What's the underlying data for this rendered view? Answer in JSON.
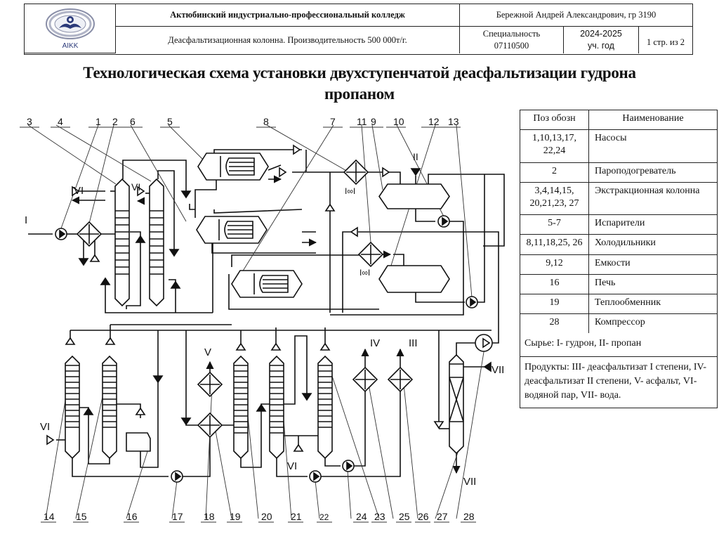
{
  "header": {
    "logo_text": "AIKK",
    "college": "Актюбинский индустриально-профессиональный колледж",
    "author": "Бережной Андрей Александрович, гр 3190",
    "doc_title": "Деасфальтизационная колонна. Производительность 500 000т/г.",
    "specialty_label": "Специальность",
    "specialty_code": "07110500",
    "year": "2024-2025",
    "year_suffix": "уч. год",
    "page": "1 стр. из 2"
  },
  "title": {
    "line1": "Технологическая схема установки двухступенчатой деасфальтизации гудрона",
    "line2": "пропаном"
  },
  "legend": {
    "header": {
      "pos": "Поз обозн",
      "name": "Наименование"
    },
    "rows": [
      {
        "pos": "1,10,13,17, 22,24",
        "name": "Насосы"
      },
      {
        "pos": "2",
        "name": "Пароподогреватель"
      },
      {
        "pos": "3,4,14,15, 20,21,23, 27",
        "name": "Экстракционная колонна"
      },
      {
        "pos": "5-7",
        "name": "Испарители"
      },
      {
        "pos": "8,11,18,25, 26",
        "name": "Холодильники"
      },
      {
        "pos": "9,12",
        "name": "Емкости"
      },
      {
        "pos": "16",
        "name": "Печь"
      },
      {
        "pos": "19",
        "name": "Теплообменник"
      },
      {
        "pos": "28",
        "name": "Компрессор"
      }
    ],
    "raw": "Сырье:  I- гудрон, II- пропан",
    "products": "Продукты: III- деасфальтизат I степени, IV- деасфальтизат II степени, V- асфальт, VI- водяной пар, VII- вода."
  },
  "diagram": {
    "top_labels": [
      "3",
      "4",
      "1",
      "2",
      "6",
      "5",
      "8",
      "7",
      "11",
      "9",
      "10",
      "12",
      "13"
    ],
    "bottom_labels": [
      "14",
      "15",
      "16",
      "17",
      "18",
      "19",
      "20",
      "21",
      "22",
      "24",
      "23",
      "25",
      "26",
      "27",
      "28"
    ],
    "stream_labels": [
      "I",
      "II",
      "III",
      "IV",
      "V",
      "VI",
      "VII"
    ]
  }
}
